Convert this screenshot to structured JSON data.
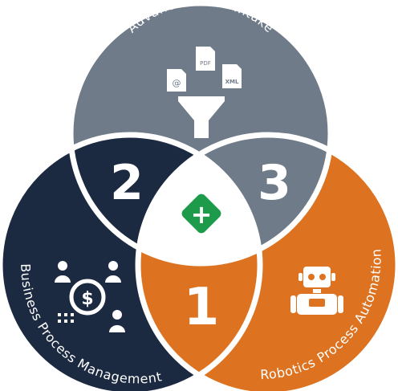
{
  "diagram": {
    "circles": [
      {
        "label": "Advanced Data Intake",
        "color": "#6f7b89",
        "icon": "data-intake-funnel-icon"
      },
      {
        "label": "Business Process Management",
        "color": "#1c2a41",
        "icon": "business-team-dollar-icon"
      },
      {
        "label": "Robotics Process Automation",
        "color": "#dd7320",
        "icon": "robot-icon"
      }
    ],
    "overlaps": [
      {
        "number": "2"
      },
      {
        "number": "3"
      },
      {
        "number": "1"
      }
    ],
    "center": {
      "symbol": "+",
      "color": "#1e9b4a"
    },
    "file_icons": {
      "pdf": "PDF",
      "xml": "XML",
      "email": "@"
    },
    "background": "#ffffff",
    "divider_color": "#ffffff"
  }
}
